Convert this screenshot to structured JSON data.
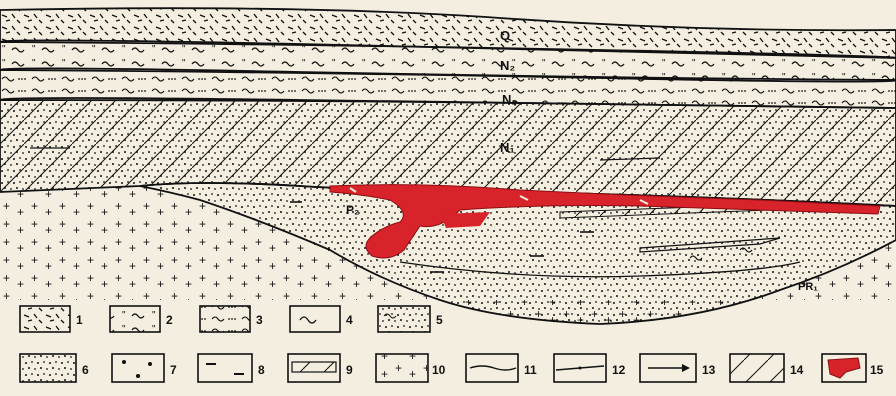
{
  "section_labels": {
    "q": "Q",
    "n2_upper": "N₂",
    "n2_lower": "N₂",
    "n1": "N₁",
    "p2": "P₂",
    "pr1": "PR₁"
  },
  "legend": [
    "1",
    "2",
    "3",
    "4",
    "5",
    "6",
    "7",
    "8",
    "9",
    "10",
    "11",
    "12",
    "13",
    "14",
    "15"
  ],
  "colors": {
    "paper": "#f3eedf",
    "ink": "#111111",
    "ore": "#d8232a"
  }
}
